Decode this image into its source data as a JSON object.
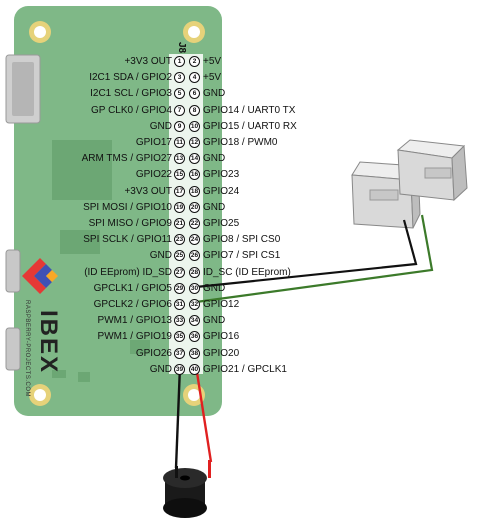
{
  "header_label": "J8",
  "brand": {
    "name": "IBEX",
    "url": "RASPBERRY-PROJECTS.COM"
  },
  "pins_left": [
    {
      "num": "1",
      "label": "+3V3 OUT"
    },
    {
      "num": "3",
      "label": "I2C1 SDA / GPIO2"
    },
    {
      "num": "5",
      "label": "I2C1 SCL / GPIO3"
    },
    {
      "num": "7",
      "label": "GP CLK0 / GPIO4"
    },
    {
      "num": "9",
      "label": "GND"
    },
    {
      "num": "11",
      "label": "GPIO17"
    },
    {
      "num": "13",
      "label": "ARM TMS / GPIO27"
    },
    {
      "num": "15",
      "label": "GPIO22"
    },
    {
      "num": "17",
      "label": "+3V3 OUT"
    },
    {
      "num": "19",
      "label": "SPI MOSI / GPIO10"
    },
    {
      "num": "21",
      "label": "SPI MISO / GPIO9"
    },
    {
      "num": "23",
      "label": "SPI SCLK / GPIO11"
    },
    {
      "num": "25",
      "label": "GND"
    },
    {
      "num": "27",
      "label": "(ID EEprom) ID_SD"
    },
    {
      "num": "29",
      "label": "GPCLK1 / GPIO5"
    },
    {
      "num": "31",
      "label": "GPCLK2 / GPIO6"
    },
    {
      "num": "33",
      "label": "PWM1 / GPIO13"
    },
    {
      "num": "35",
      "label": "PWM1 / GPIO19"
    },
    {
      "num": "37",
      "label": "GPIO26"
    },
    {
      "num": "39",
      "label": "GND"
    }
  ],
  "pins_right": [
    {
      "num": "2",
      "label": "+5V"
    },
    {
      "num": "4",
      "label": "+5V"
    },
    {
      "num": "6",
      "label": "GND"
    },
    {
      "num": "8",
      "label": "GPIO14 / UART0 TX"
    },
    {
      "num": "10",
      "label": "GPIO15 / UART0 RX"
    },
    {
      "num": "12",
      "label": "GPIO18 / PWM0"
    },
    {
      "num": "14",
      "label": "GND"
    },
    {
      "num": "16",
      "label": "GPIO23"
    },
    {
      "num": "18",
      "label": "GPIO24"
    },
    {
      "num": "20",
      "label": "GND"
    },
    {
      "num": "22",
      "label": "GPIO25"
    },
    {
      "num": "24",
      "label": "GPIO8 / SPI CS0"
    },
    {
      "num": "26",
      "label": "GPIO7 / SPI CS1"
    },
    {
      "num": "28",
      "label": "ID_SC (ID EEprom)"
    },
    {
      "num": "30",
      "label": "GND"
    },
    {
      "num": "32",
      "label": "GPIO12"
    },
    {
      "num": "34",
      "label": "GND"
    },
    {
      "num": "36",
      "label": "GPIO16"
    },
    {
      "num": "38",
      "label": "GPIO20"
    },
    {
      "num": "40",
      "label": "GPIO21 / GPCLK1"
    }
  ],
  "colors": {
    "board": "#7fb887",
    "board_dark": "#6aa673",
    "wire_black": "#111111",
    "wire_green": "#3c7a2a",
    "wire_red": "#e02020",
    "sensor": "#d7d7d7",
    "buzzer": "#151515"
  }
}
